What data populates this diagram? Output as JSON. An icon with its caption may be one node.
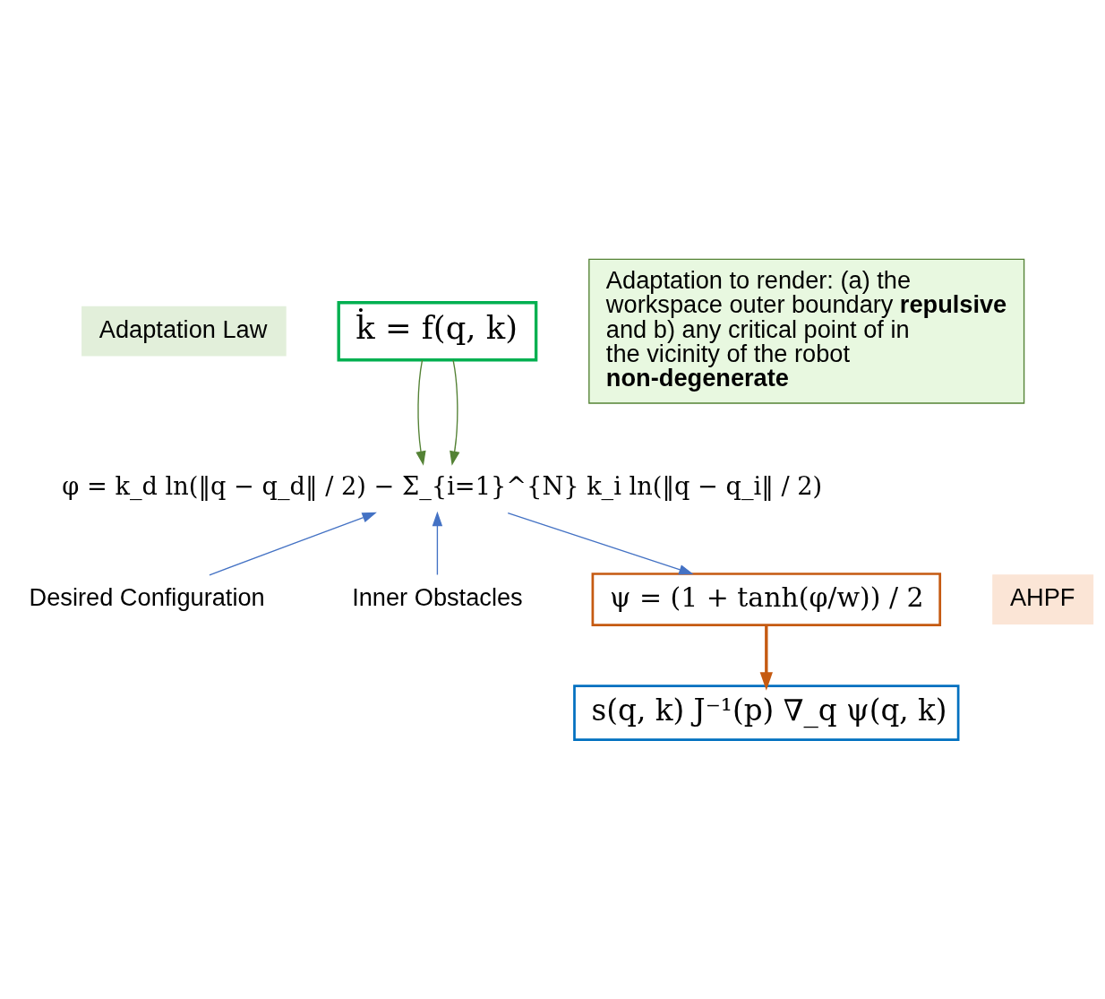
{
  "diagram": {
    "nodes": [
      {
        "text": [
          "Adaptation Law"
        ]
      },
      {
        "text": [
          "k̇ = f(q, k)"
        ]
      },
      {
        "text": [
          "φ = k_d ln(‖q − q_d‖ / 2) − Σ_{i=1}^{N} k_i ln(‖q − q_i‖ / 2)"
        ]
      },
      {
        "text": [
          "Adaptation to render: (a) the workspace outer boundary **repulsive** and b) any critical point of in the vicinity of the robot **non-degenerate**"
        ]
      },
      {
        "text": [
          "Desired Configuration"
        ]
      },
      {
        "text": [
          "Inner Obstacles"
        ]
      },
      {
        "text": [
          "ψ = (1 + tanh(φ/w)) / 2"
        ]
      },
      {
        "text": [
          "AHPF"
        ]
      },
      {
        "text": [
          "s(q, k) J⁻¹(p) ∇_q ψ(q, k)"
        ]
      }
    ],
    "edges": [
      {
        "from": 1,
        "to": 2,
        "arrow": "to",
        "color": "#548235"
      },
      {
        "from": 1,
        "to": 2,
        "arrow": "to",
        "color": "#548235"
      },
      {
        "from": 4,
        "to": 2,
        "arrow": "to",
        "color": "#4472c4"
      },
      {
        "from": 5,
        "to": 2,
        "arrow": "to",
        "color": "#4472c4"
      },
      {
        "from": 2,
        "to": 6,
        "arrow": "to",
        "color": "#4472c4"
      },
      {
        "from": 6,
        "to": 8,
        "arrow": "to",
        "color": "#c55a11",
        "style": "thick"
      }
    ]
  }
}
